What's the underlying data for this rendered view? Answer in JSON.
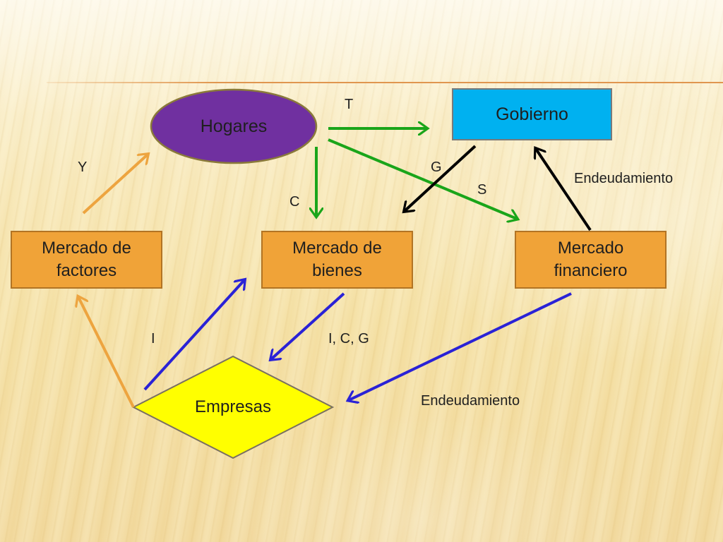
{
  "nodes": {
    "hogares": "Hogares",
    "gobierno": "Gobierno",
    "mercado_factores": "Mercado de\nfactores",
    "mercado_bienes": "Mercado de\nbienes",
    "mercado_financiero": "Mercado\nfinanciero",
    "empresas": "Empresas"
  },
  "flow_labels": {
    "t": "T",
    "y": "Y",
    "g": "G",
    "s": "S",
    "c": "C",
    "i": "I",
    "icg": "I, C, G",
    "endeudamiento_gobierno": "Endeudamiento",
    "endeudamiento_empresas": "Endeudamiento"
  },
  "colors": {
    "hogares_fill": "#7030a0",
    "gobierno_fill": "#00b0f0",
    "mercado_fill": "#f0a030",
    "empresas_fill": "#ffff00",
    "arrow_green": "#1aa51a",
    "arrow_blue": "#2a22d6",
    "arrow_orange": "#eda43f",
    "arrow_black": "#000000"
  }
}
